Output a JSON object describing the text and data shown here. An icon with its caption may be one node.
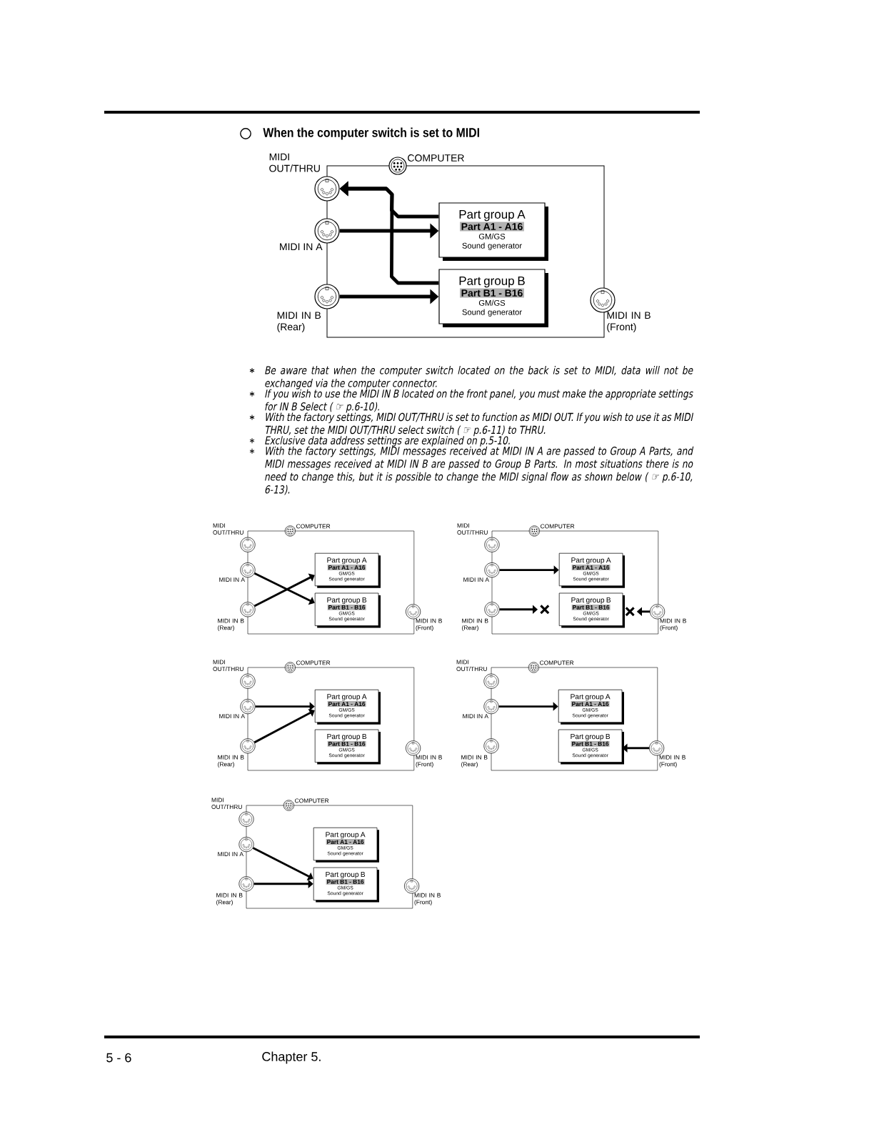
{
  "diagram": {
    "title": "When the computer switch is set to MIDI",
    "nodes": [
      {
        "text": [],
        "shape": "circle",
        "beside": [
          "COMPUTER"
        ]
      },
      {
        "text": [],
        "shape": "circle",
        "beside": [
          "MIDI OUT/THRU"
        ]
      },
      {
        "text": [
          "Part group A",
          "Part A1 - A16",
          "GM/GS",
          "Sound generator"
        ]
      },
      {
        "text": [],
        "shape": "circle",
        "beside": [
          "MIDI IN A"
        ]
      },
      {
        "text": [
          "Part group B",
          "Part B1 - B16",
          "GM/GS",
          "Sound generator"
        ]
      },
      {
        "text": [],
        "shape": "circle",
        "beside": [
          "MIDI IN B (Rear)"
        ]
      },
      {
        "text": [],
        "shape": "circle",
        "beside": [
          "MIDI IN B (Front)"
        ]
      },
      {
        "text": [],
        "shape": "circle",
        "beside": [
          "COMPUTER"
        ]
      },
      {
        "text": [],
        "shape": "circle",
        "beside": [
          "MIDI OUT/THRU"
        ]
      },
      {
        "text": [
          "Part group A",
          "Part A1 - A16",
          "GM/GS",
          "Sound generator"
        ]
      },
      {
        "text": [],
        "shape": "circle",
        "beside": [
          "MIDI IN A"
        ]
      },
      {
        "text": [
          "Part group B",
          "Part B1 - B16",
          "GM/GS",
          "Sound generator"
        ]
      },
      {
        "text": [],
        "shape": "circle",
        "beside": [
          "MIDI IN B (Rear)"
        ]
      },
      {
        "text": [],
        "shape": "circle",
        "beside": [
          "MIDI IN B (Front)"
        ]
      },
      {
        "text": [],
        "shape": "circle",
        "beside": [
          "COMPUTER"
        ]
      },
      {
        "text": [],
        "shape": "circle",
        "beside": [
          "MIDI OUT/THRU"
        ]
      },
      {
        "text": [
          "Part group A",
          "Part A1 - A16",
          "GM/GS",
          "Sound generator"
        ]
      },
      {
        "text": [],
        "shape": "circle",
        "beside": [
          "MIDI IN A"
        ]
      },
      {
        "text": [
          "Part group B",
          "Part B1 - B16",
          "GM/GS",
          "Sound generator"
        ]
      },
      {
        "text": [],
        "shape": "circle",
        "beside": [
          "MIDI IN B (Rear)"
        ]
      },
      {
        "text": [],
        "shape": "circle",
        "beside": [
          "MIDI IN B (Front)"
        ]
      },
      {
        "text": [],
        "shape": "circle",
        "beside": [
          "COMPUTER"
        ]
      },
      {
        "text": [],
        "shape": "circle",
        "beside": [
          "MIDI OUT/THRU"
        ]
      },
      {
        "text": [
          "Part group A",
          "Part A1 - A16",
          "GM/GS",
          "Sound generator"
        ]
      },
      {
        "text": [],
        "shape": "circle",
        "beside": [
          "MIDI IN A"
        ]
      },
      {
        "text": [
          "Part group B",
          "Part B1 - B16",
          "GM/GS",
          "Sound generator"
        ]
      },
      {
        "text": [],
        "shape": "circle",
        "beside": [
          "MIDI IN B (Rear)"
        ]
      },
      {
        "text": [],
        "shape": "circle",
        "beside": [
          "MIDI IN B (Front)"
        ]
      },
      {
        "text": [],
        "shape": "circle",
        "beside": [
          "COMPUTER"
        ]
      },
      {
        "text": [],
        "shape": "circle",
        "beside": [
          "MIDI OUT/THRU"
        ]
      },
      {
        "text": [
          "Part group A",
          "Part A1 - A16",
          "GM/GS",
          "Sound generator"
        ]
      },
      {
        "text": [],
        "shape": "circle",
        "beside": [
          "MIDI IN A"
        ]
      },
      {
        "text": [
          "Part group B",
          "Part B1 - B16",
          "GM/GS",
          "Sound generator"
        ]
      },
      {
        "text": [],
        "shape": "circle",
        "beside": [
          "MIDI IN B (Rear)"
        ]
      },
      {
        "text": [],
        "shape": "circle",
        "beside": [
          "MIDI IN B (Front)"
        ]
      },
      {
        "text": [],
        "shape": "circle",
        "beside": [
          "COMPUTER"
        ]
      },
      {
        "text": [],
        "shape": "circle",
        "beside": [
          "MIDI OUT/THRU"
        ]
      },
      {
        "text": [
          "Part group A",
          "Part A1 - A16",
          "GM/GS",
          "Sound generator"
        ]
      },
      {
        "text": [],
        "shape": "circle",
        "beside": [
          "MIDI IN A"
        ]
      },
      {
        "text": [
          "Part group B",
          "Part B1 - B16",
          "GM/GS",
          "Sound generator"
        ]
      },
      {
        "text": [],
        "shape": "circle",
        "beside": [
          "MIDI IN B (Rear)"
        ]
      },
      {
        "text": [],
        "shape": "circle",
        "beside": [
          "MIDI IN B (Front)"
        ]
      }
    ],
    "edges": [
      {
        "from": 2,
        "to": 1,
        "arrow": "to"
      },
      {
        "from": 4,
        "to": 1,
        "arrow": "to"
      },
      {
        "from": 3,
        "to": 2,
        "arrow": "to"
      },
      {
        "from": 5,
        "to": 4,
        "arrow": "to"
      },
      {
        "from": 10,
        "to": 11,
        "arrow": "to"
      },
      {
        "from": 12,
        "to": 9,
        "arrow": "to"
      },
      {
        "from": 17,
        "to": 16,
        "arrow": "to"
      },
      {
        "from": 19,
        "to": null,
        "arrow": "to"
      },
      {
        "from": 20,
        "to": null,
        "arrow": "to"
      },
      {
        "from": 24,
        "to": 23,
        "arrow": "to"
      },
      {
        "from": 26,
        "to": 23,
        "arrow": "to"
      },
      {
        "from": 31,
        "to": 30,
        "arrow": "to"
      },
      {
        "from": 34,
        "to": 32,
        "arrow": "to"
      },
      {
        "from": 38,
        "to": 39,
        "arrow": "to"
      },
      {
        "from": 40,
        "to": 39,
        "arrow": "to"
      }
    ],
    "labels": [
      "Be aware that when the computer switch located on the back is set to MIDI, data will not be exchanged via the computer connector.",
      "If you wish to use the MIDI IN B located on the front panel, you must make the appropriate settings for IN B Select ( ☞ p.6-10).",
      "With the factory settings, MIDI OUT/THRU is set to function as MIDI OUT. If you wish to use it as MIDI THRU, set the MIDI OUT/THRU select switch ( ☞ p.6-11) to THRU.",
      "Exclusive data address settings are explained on p.5-10.",
      "With the factory settings, MIDI messages received at MIDI IN A are passed to Group A Parts, and MIDI messages received at MIDI IN B are passed to Group B Parts. In most situations there is no need to change this, but it is possible to change the MIDI signal flow as shown below ( ☞ p.6-10, 6-13).",
      "5 - 6",
      "Chapter 5."
    ]
  }
}
